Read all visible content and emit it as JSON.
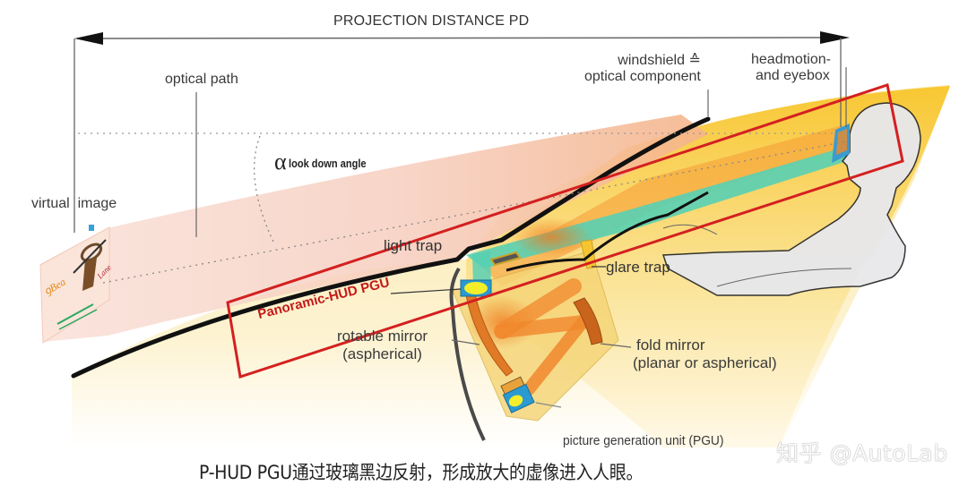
{
  "diagram": {
    "title": "PROJECTION DISTANCE   PD",
    "labels": {
      "optical_path": "optical path",
      "virtual_image": "virtual  image",
      "alpha_symbol": "α",
      "look_down_angle": "look down angle",
      "windshield_line1": "windshield  ≙",
      "windshield_line2": "optical component",
      "headmotion_line1": "headmotion-",
      "headmotion_line2": "and eyebox",
      "light_trap": "light trap",
      "glare_trap": "glare trap",
      "panoramic_hud_pgu": "Panoramic-HUD PGU",
      "rotable_mirror_line1": "rotable mirror",
      "rotable_mirror_line2": "(aspherical)",
      "fold_mirror_line1": "fold mirror",
      "fold_mirror_line2": "(planar or aspherical)",
      "picture_generation_unit": "picture generation unit (PGU)"
    },
    "caption": "P-HUD PGU通过玻璃黑边反射，形成放大的虚像进入人眼。",
    "watermark": "知乎 @AutoLab",
    "colors": {
      "highlight_box": "#d42020",
      "yellow_beam": "#f7c531",
      "orange_beam": "#f08a24",
      "teal_beam": "#5fd0b0",
      "virtual_image_plane": "#f7d9cc",
      "head_fill": "#e8e8ec",
      "windshield_line": "#111111"
    }
  }
}
